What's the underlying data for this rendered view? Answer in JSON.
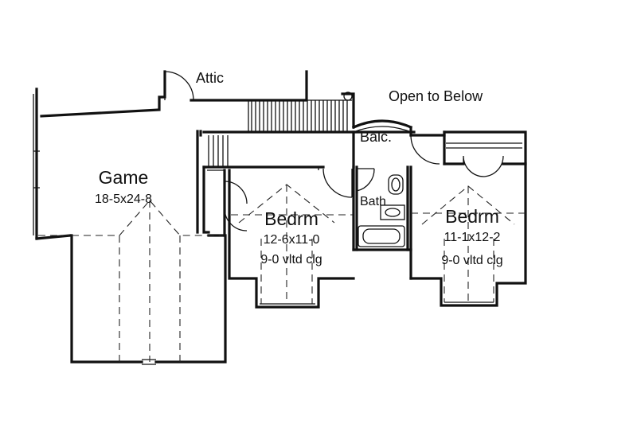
{
  "labels": {
    "attic": "Attic",
    "open_to_below": "Open to Below",
    "balc": "Balc.",
    "bath": "Bath",
    "game": {
      "name": "Game",
      "size": "18-5x24-8"
    },
    "bedrm_1": {
      "name": "Bedrm",
      "size": "12-6x11-0",
      "ceiling": "9-0 vltd clg"
    },
    "bedrm_2": {
      "name": "Bedrm",
      "size": "11-1x12-2",
      "ceiling": "9-0 vltd clg"
    }
  }
}
